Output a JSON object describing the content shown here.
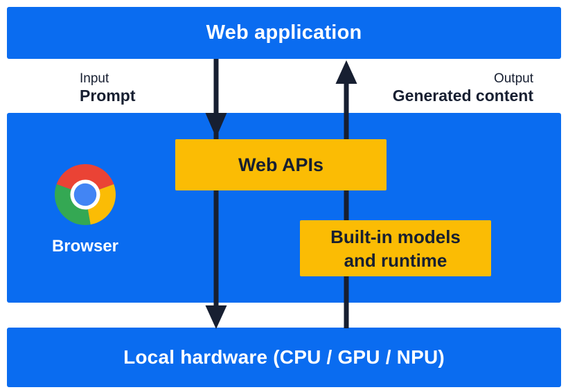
{
  "diagram": {
    "web_application_label": "Web application",
    "input_heading": "Input",
    "input_value": "Prompt",
    "output_heading": "Output",
    "output_value": "Generated content",
    "browser_label": "Browser",
    "web_apis_label": "Web APIs",
    "builtin_models_label": "Built-in models\nand runtime",
    "local_hardware_label": "Local hardware (CPU / GPU / NPU)"
  },
  "icons": {
    "chrome": "chrome-browser-icon",
    "down_arrow": "input-flow-down-arrow",
    "up_arrow": "output-flow-up-arrow"
  },
  "colors": {
    "band_blue": "#0A6CF0",
    "box_yellow": "#FBBC04",
    "ink_dark": "#171F31",
    "text_white": "#FFFFFF",
    "chrome_red": "#EA4335",
    "chrome_yellow": "#FBBC05",
    "chrome_green": "#34A853",
    "chrome_blue": "#4285F4"
  }
}
